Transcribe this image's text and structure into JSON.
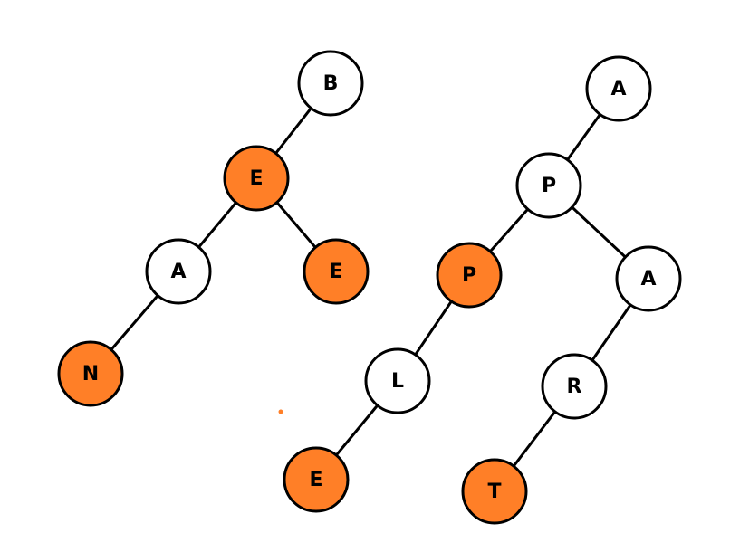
{
  "colors": {
    "highlight": "#ff7f27",
    "plain": "#ffffff",
    "stroke": "#000000"
  },
  "trees": [
    {
      "nodes": [
        {
          "id": "t1-b",
          "label": "B",
          "highlighted": false
        },
        {
          "id": "t1-e1",
          "label": "E",
          "highlighted": true
        },
        {
          "id": "t1-a",
          "label": "A",
          "highlighted": false
        },
        {
          "id": "t1-e2",
          "label": "E",
          "highlighted": true
        },
        {
          "id": "t1-n",
          "label": "N",
          "highlighted": true
        }
      ],
      "edges": [
        [
          "t1-b",
          "t1-e1"
        ],
        [
          "t1-e1",
          "t1-a"
        ],
        [
          "t1-e1",
          "t1-e2"
        ],
        [
          "t1-a",
          "t1-n"
        ]
      ]
    },
    {
      "nodes": [
        {
          "id": "t2-a1",
          "label": "A",
          "highlighted": false
        },
        {
          "id": "t2-p1",
          "label": "P",
          "highlighted": false
        },
        {
          "id": "t2-p2",
          "label": "P",
          "highlighted": true
        },
        {
          "id": "t2-a2",
          "label": "A",
          "highlighted": false
        },
        {
          "id": "t2-l",
          "label": "L",
          "highlighted": false
        },
        {
          "id": "t2-r",
          "label": "R",
          "highlighted": false
        },
        {
          "id": "t2-e",
          "label": "E",
          "highlighted": true
        },
        {
          "id": "t2-t",
          "label": "T",
          "highlighted": true
        }
      ],
      "edges": [
        [
          "t2-a1",
          "t2-p1"
        ],
        [
          "t2-p1",
          "t2-p2"
        ],
        [
          "t2-p1",
          "t2-a2"
        ],
        [
          "t2-p2",
          "t2-l"
        ],
        [
          "t2-l",
          "t2-e"
        ],
        [
          "t2-a2",
          "t2-r"
        ],
        [
          "t2-r",
          "t2-t"
        ]
      ]
    }
  ]
}
